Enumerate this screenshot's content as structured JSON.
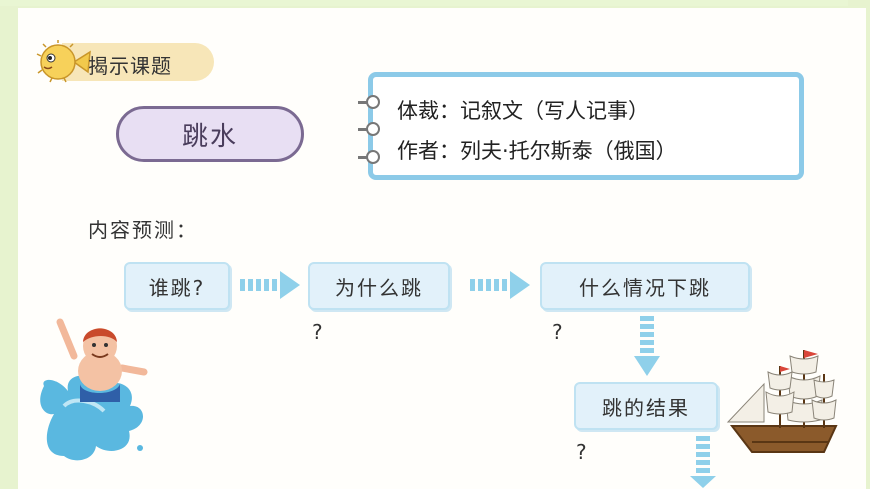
{
  "header": {
    "tag_label": "揭示课题",
    "tag_icon": "pufferfish-icon"
  },
  "title": {
    "text": "跳水"
  },
  "info": {
    "genre_line": "体裁：记叙文（写人记事）",
    "author_line": "作者：列夫·托尔斯泰（俄国）"
  },
  "predict": {
    "label": "内容预测："
  },
  "flow": {
    "step1": "谁跳?",
    "step2": "为什么跳",
    "step2_q": "?",
    "step3": "什么情况下跳",
    "step3_q": "?",
    "step4": "跳的结果",
    "step4_q": "?"
  },
  "colors": {
    "background": "#e7f3cf",
    "card_border": "#8ccae8",
    "pill_border": "#7b6a92",
    "flow_box": "#e2f1fa",
    "arrow": "#8fd0ea",
    "tag": "#f7e6b8"
  }
}
